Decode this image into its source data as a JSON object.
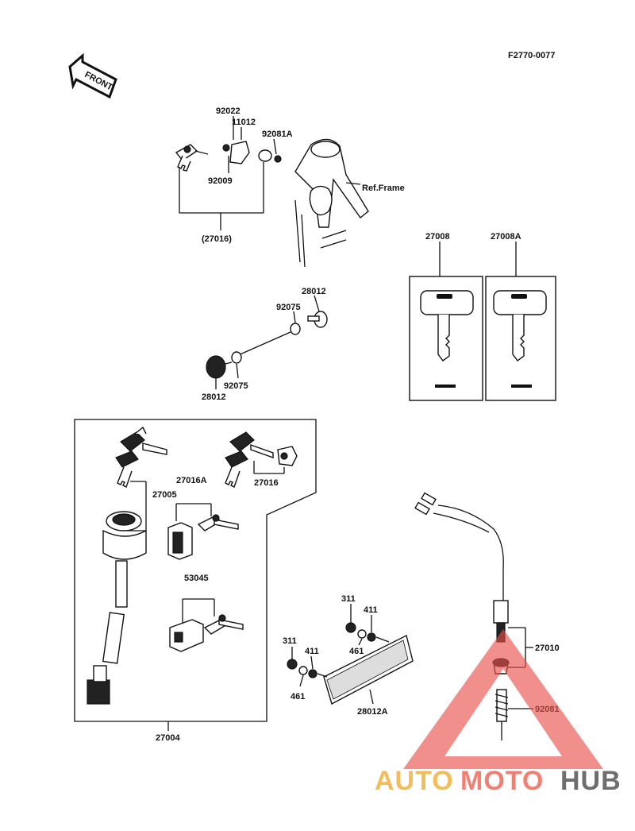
{
  "figure_code": "F2770-0077",
  "front_arrow_text": "FRONT",
  "labels": {
    "p92022": "92022",
    "p11012": "11012",
    "p92081A": "92081A",
    "p92009": "92009",
    "ref_frame": "Ref.Frame",
    "p27016_paren": "(27016)",
    "p27008": "27008",
    "p27008A": "27008A",
    "p28012_top": "28012",
    "p92075_top": "92075",
    "p92075_bot": "92075",
    "p28012_bot": "28012",
    "p27016A": "27016A",
    "p27005": "27005",
    "p27016": "27016",
    "p53045": "53045",
    "p27004": "27004",
    "p311_top": "311",
    "p411_top": "411",
    "p461_top": "461",
    "p311_bot": "311",
    "p411_bot": "411",
    "p461_bot": "461",
    "p28012A": "28012A",
    "p27010": "27010",
    "p92081": "92081"
  },
  "watermark": {
    "auto": "AUTO",
    "moto": "MOTO",
    "hub": "HUB",
    "colors": {
      "auto": "#f2b33d",
      "moto": "#ef6a5a",
      "hub": "#555555",
      "triangle": "#e8504a"
    }
  }
}
